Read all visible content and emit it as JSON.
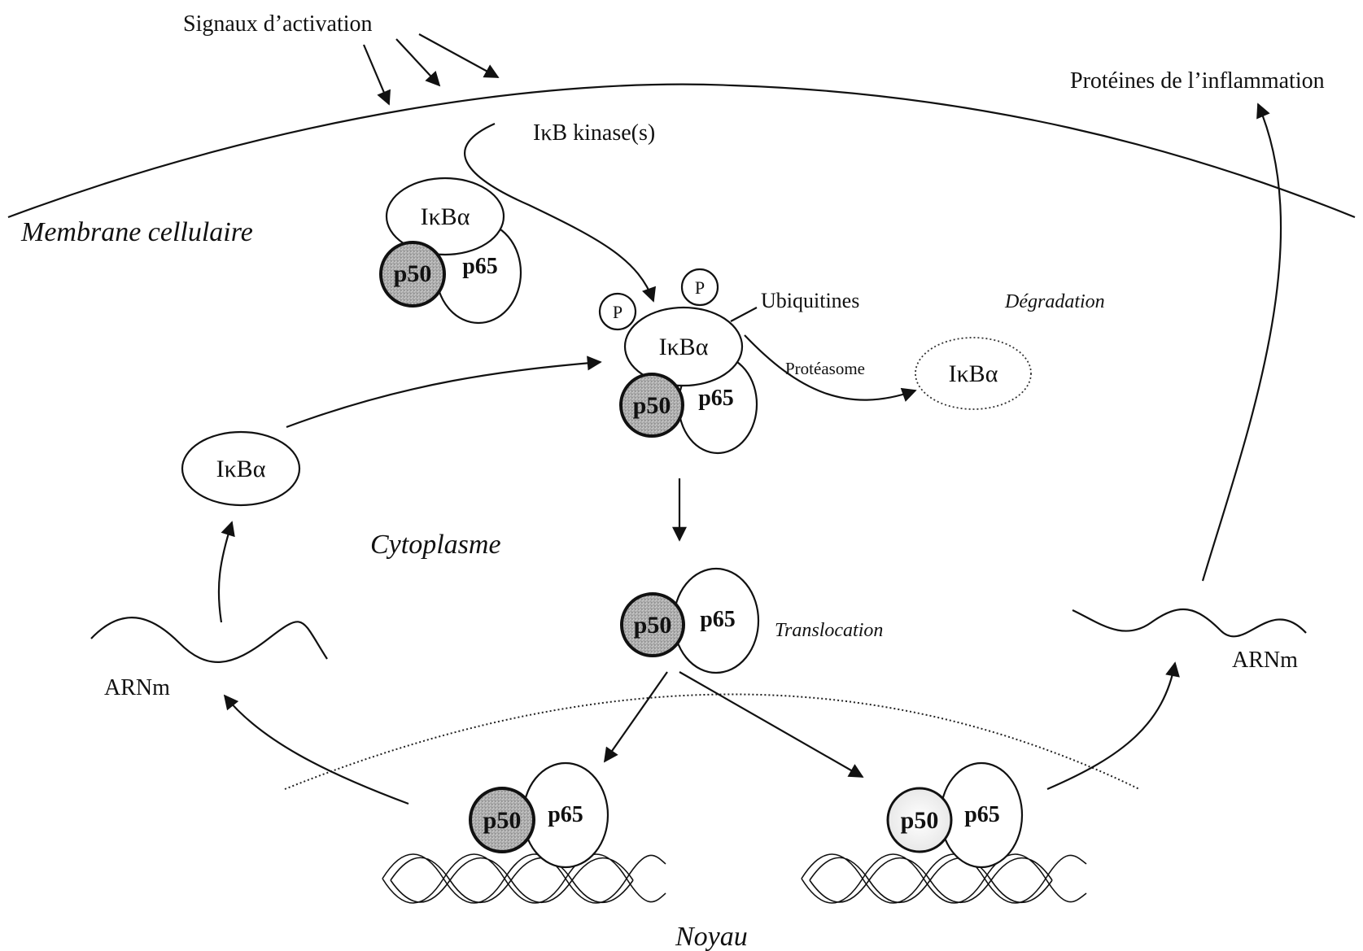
{
  "labels": {
    "signals": "Signaux d’activation",
    "membrane": "Membrane cellulaire",
    "ikk": "IκB kinase(s)",
    "ubiquitines": "Ubiquitines",
    "degradation": "Dégradation",
    "proteasome": "Protéasome",
    "cytoplasme": "Cytoplasme",
    "translocation": "Translocation",
    "noyau": "Noyau",
    "arnm": "ARNm",
    "proteines": "Protéines de l’inflammation",
    "ikba": "IκBα",
    "p50": "p50",
    "p65": "p65",
    "p": "P"
  }
}
